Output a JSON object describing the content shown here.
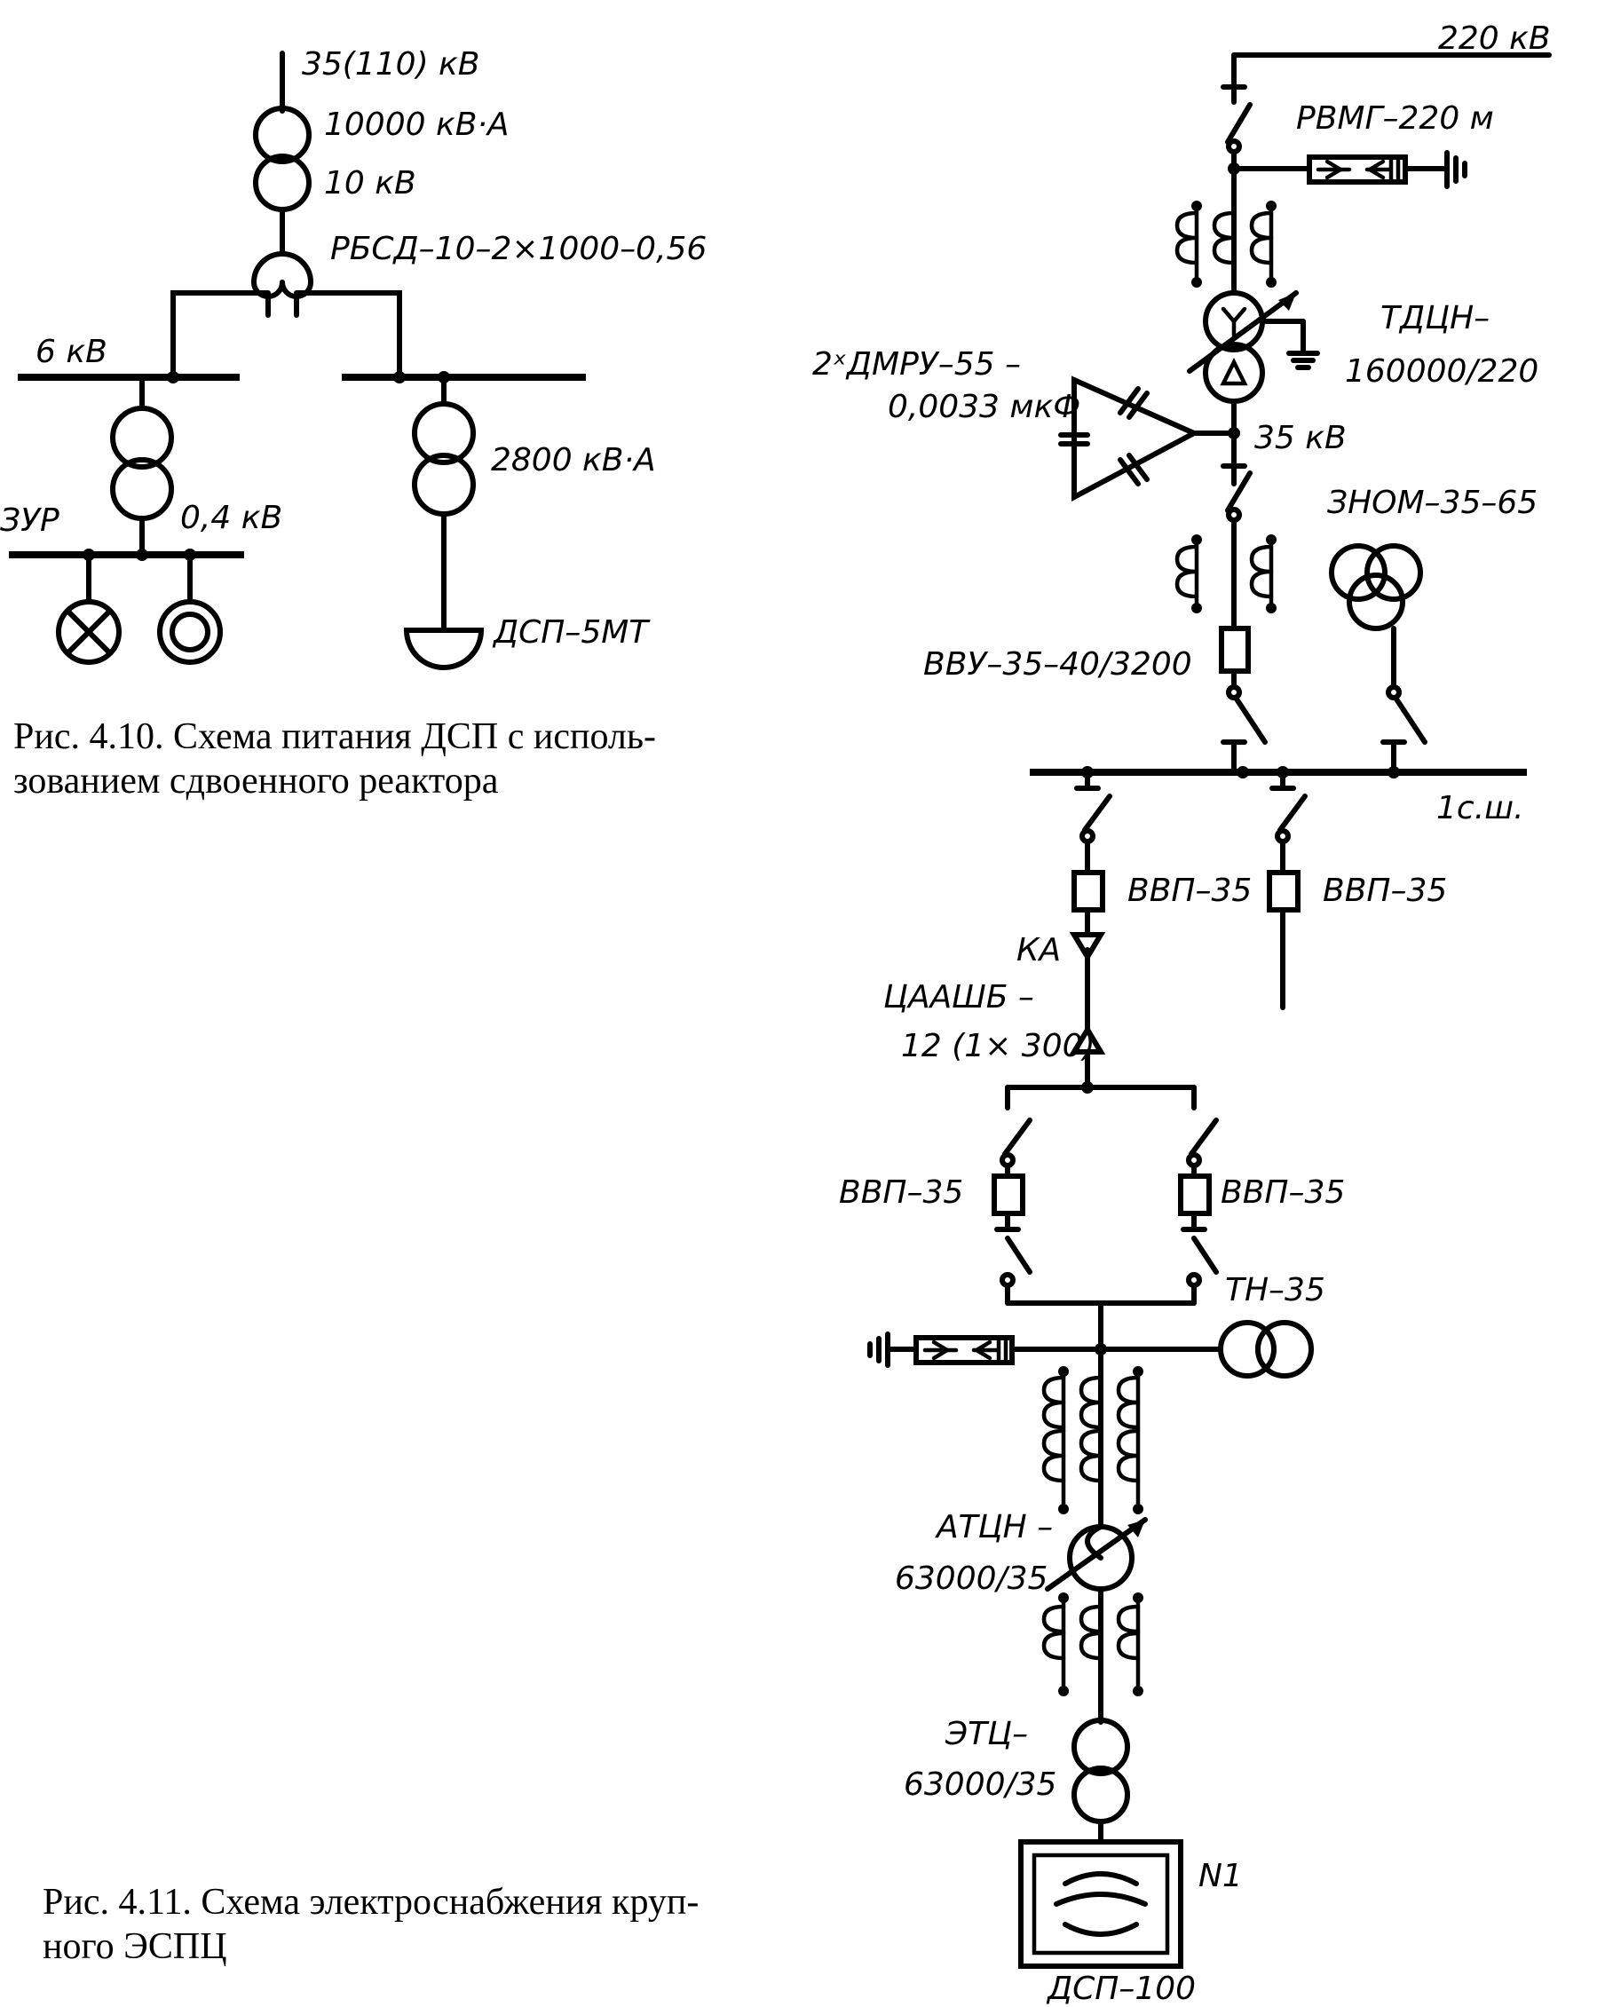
{
  "fig410": {
    "labels": {
      "hv_voltage": "35(110) кВ",
      "trafo_power": "10000 кВ·А",
      "trafo_lv": "10 кВ",
      "reactor": "РБСД–10–2×1000–0,56",
      "bus_6kv": "6 кВ",
      "aux_power": "2800 кВ·А",
      "lv_04": "0,4 кВ",
      "zur": "ЗУР",
      "furnace": "ДСП–5МТ"
    },
    "caption_line1": "Рис. 4.10. Схема питания ДСП с исполь-",
    "caption_line2": "зованием сдвоенного реактора"
  },
  "fig411": {
    "labels": {
      "hv_220": "220 кВ",
      "arrester_top": "РВМГ–220 м",
      "tdcn_1": "ТДЦН–",
      "tdcn_2": "160000/220",
      "dmru_1": "2ˣДМРУ–55 –",
      "dmru_2": "0,0033 мкФ",
      "kv35": "35 кВ",
      "znom": "ЗНОМ–35–65",
      "vvu": "ВВУ–35–40/3200",
      "bus1": "1с.ш.",
      "vvp_a": "ВВП–35",
      "vvp_b": "ВВП–35",
      "ka": "КА",
      "cable_1": "ЦААШБ –",
      "cable_2": "12 (1× 300)",
      "vvp_c": "ВВП–35",
      "vvp_d": "ВВП–35",
      "tn": "ТН–35",
      "atcn_1": "АТЦН –",
      "atcn_2": "63000/35",
      "etc_1": "ЭТЦ–",
      "etc_2": "63000/35",
      "n1": "N1",
      "furnace": "ДСП–100"
    },
    "caption_line1": "Рис. 4.11. Схема электроснабжения круп-",
    "caption_line2": "ного ЭСПЦ"
  }
}
